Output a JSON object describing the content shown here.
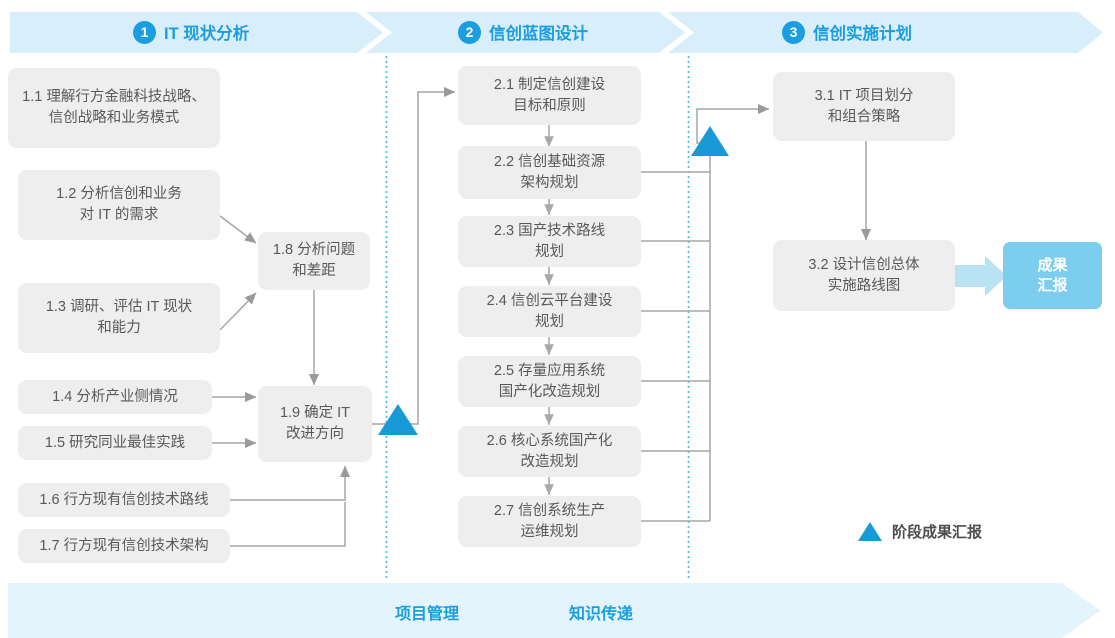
{
  "colors": {
    "brand_blue": "#1a9ee0",
    "band_fill": "#d8eefb",
    "footer_fill": "#e4f4fc",
    "node_fill": "#eeeeee",
    "node_text": "#595959",
    "triangle_blue": "#199ad6",
    "badge_fill": "#7dcdee",
    "connector_gray": "#a6a6a6",
    "dotted_blue": "#29abe2"
  },
  "header": {
    "phases": [
      {
        "num": "1",
        "label": "IT 现状分析"
      },
      {
        "num": "2",
        "label": "信创蓝图设计"
      },
      {
        "num": "3",
        "label": "信创实施计划"
      }
    ]
  },
  "phase1": {
    "nodes": [
      {
        "id": "1.1",
        "text": "1.1 理解行方金融科技战略、\n信创战略和业务模式"
      },
      {
        "id": "1.2",
        "text": "1.2 分析信创和业务\n对 IT 的需求"
      },
      {
        "id": "1.3",
        "text": "1.3 调研、评估 IT 现状\n和能力"
      },
      {
        "id": "1.4",
        "text": "1.4 分析产业侧情况"
      },
      {
        "id": "1.5",
        "text": "1.5 研究同业最佳实践"
      },
      {
        "id": "1.6",
        "text": "1.6 行方现有信创技术路线"
      },
      {
        "id": "1.7",
        "text": "1.7 行方现有信创技术架构"
      },
      {
        "id": "1.8",
        "text": "1.8 分析问题\n和差距"
      },
      {
        "id": "1.9",
        "text": "1.9 确定 IT\n改进方向"
      }
    ]
  },
  "phase2": {
    "nodes": [
      {
        "id": "2.1",
        "text": "2.1 制定信创建设\n目标和原则"
      },
      {
        "id": "2.2",
        "text": "2.2 信创基础资源\n架构规划"
      },
      {
        "id": "2.3",
        "text": "2.3 国产技术路线\n规划"
      },
      {
        "id": "2.4",
        "text": "2.4 信创云平台建设\n规划"
      },
      {
        "id": "2.5",
        "text": "2.5 存量应用系统\n国产化改造规划"
      },
      {
        "id": "2.6",
        "text": "2.6 核心系统国产化\n改造规划"
      },
      {
        "id": "2.7",
        "text": "2.7 信创系统生产\n运维规划"
      }
    ]
  },
  "phase3": {
    "nodes": [
      {
        "id": "3.1",
        "text": "3.1 IT 项目划分\n和组合策略"
      },
      {
        "id": "3.2",
        "text": "3.2 设计信创总体\n实施路线图"
      }
    ],
    "result_badge": "成果\n汇报"
  },
  "legend": {
    "milestone_label": "阶段成果汇报"
  },
  "footer": {
    "labels": [
      "项目管理",
      "知识传递"
    ]
  }
}
